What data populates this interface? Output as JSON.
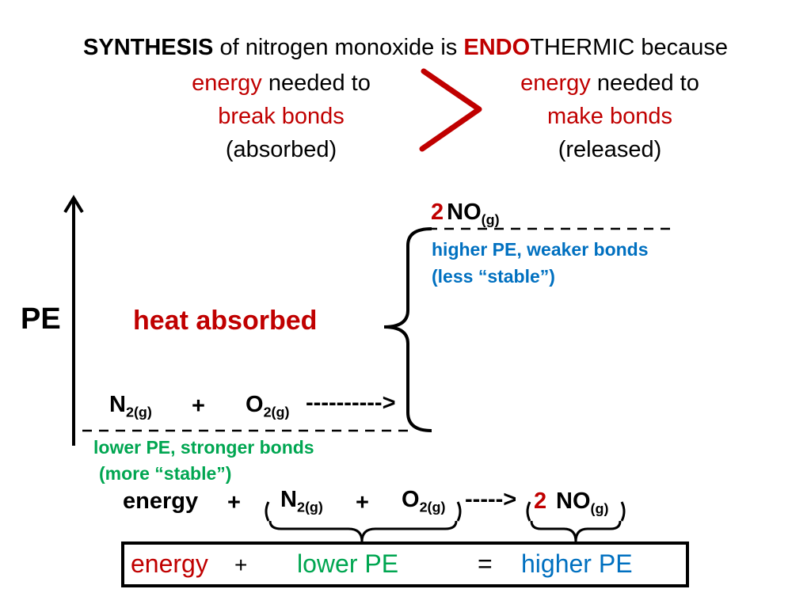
{
  "title": {
    "synthesis": "SYNTHESIS",
    "middle": " of nitrogen monoxide is ",
    "endo": "ENDO",
    "thermic": "THERMIC because"
  },
  "left_column": {
    "energy": "energy",
    "needed": " needed to",
    "break_bonds": "break bonds",
    "absorbed": "(absorbed)"
  },
  "right_column": {
    "energy": "energy",
    "needed": " needed to",
    "make_bonds": "make bonds",
    "released": "(released)"
  },
  "diagram": {
    "axis_label": "PE",
    "heat_label": "heat absorbed",
    "reactants": {
      "n": "N",
      "n_sub": "2(g)",
      "plus": "+",
      "o": "O",
      "o_sub": "2(g)",
      "arrow": "---------->"
    },
    "product": {
      "coef": "2",
      "formula": "NO",
      "sub": "(g)"
    },
    "higher_note": [
      "higher PE, weaker bonds",
      "(less “stable”)"
    ],
    "lower_note": [
      "lower PE, stronger bonds",
      "(more “stable”)"
    ]
  },
  "equation": {
    "energy": "energy",
    "plus1": "+",
    "n": "N",
    "n_sub": "2(g)",
    "plus2": "+",
    "o": "O",
    "o_sub": "2(g)",
    "arrow": "----->",
    "coef": "2",
    "no": "NO",
    "no_sub": "(g)"
  },
  "summary": {
    "energy": "energy",
    "plus": "+",
    "lower": "lower PE",
    "equals": "=",
    "higher": "higher PE"
  },
  "colors": {
    "red": "#c00000",
    "blue": "#0070c0",
    "green": "#00a651"
  }
}
